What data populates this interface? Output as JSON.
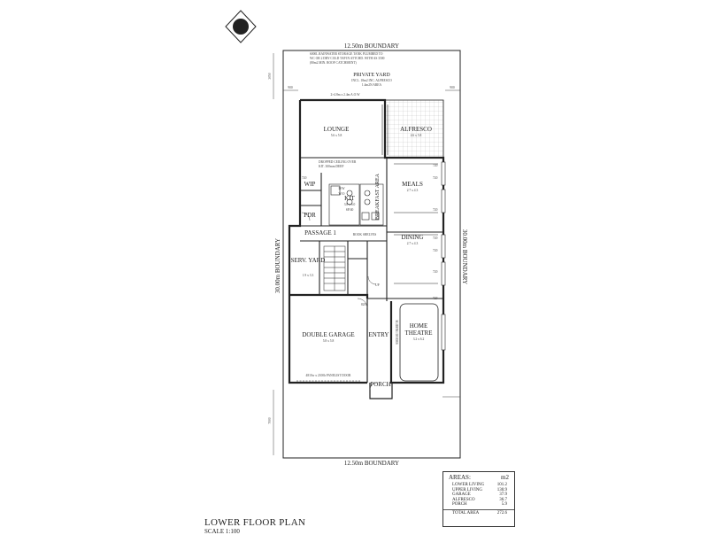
{
  "rooms": {
    "lounge": {
      "name": "LOUNGE",
      "dim": "5.6 x 5.8"
    },
    "alfresco": {
      "name": "ALFRESCO",
      "dim": "4.6 x 5.8"
    },
    "wip": {
      "name": "WIP"
    },
    "kit": {
      "name": "KIT",
      "dim": "3.8 x 6.0"
    },
    "dw": "D/W",
    "wo": "W/O",
    "sp": "SP/40",
    "meals": {
      "name": "MEALS",
      "dim": "2.7 x 4.3"
    },
    "breakfast": "BREAKFAST AREA",
    "pdr": "PDR",
    "passage": "PASSAGE 1",
    "bookshelves": "BOOK SHELVES",
    "dining": {
      "name": "DINING",
      "dim": "2.7 x 4.3"
    },
    "serv_yard": {
      "name": "SERV. YARD",
      "dim": "1.9 x 3.3"
    },
    "double_garage": {
      "name": "DOUBLE GARAGE",
      "dim": "5.8 x 5.8"
    },
    "entry": {
      "name": "ENTRY"
    },
    "home_theatre": {
      "line1": "HOME",
      "line2": "THEATRE",
      "dim": "3.2 x 6.2"
    },
    "porch": "PORCH",
    "private_yard": {
      "name": "PRIVATE YARD",
      "sub1": "INCL. 18m2 INC. ALFRESCO",
      "sub2": "1.4m2N AREA"
    },
    "up": "UP",
    "sliding": "SLIDING DOORS",
    "dropped": {
      "line1": "DROPPED CEILING OVER",
      "line2": "KIT. 300mm DEEP"
    },
    "rainwater": {
      "line1": "6000L RAINWATER STORAGE TANK PLUMBED TO",
      "line2": "WC OR 2 DRY COLD TAP IN ATTCHD. WITH AS 3500",
      "line3": "(80m2 MIN. ROOF CATCHMENT)"
    },
    "garage_door": "4810w x 2100h PANELIST DOOR"
  },
  "boundaries": {
    "top": "12.50m BOUNDARY",
    "bottom": "12.50m BOUNDARY",
    "left": "30.00m BOUNDARY",
    "right": "30.00m BOUNDARY"
  },
  "north": "NORTH",
  "dims": {
    "setback_top": "3050",
    "setback_bottom": "7000",
    "side_left": "900",
    "side_right": "900",
    "door_820": "820",
    "door_720": "720",
    "tag_720a": "720",
    "tag_720b": "720",
    "tag_720c": "720",
    "tag_720d": "720",
    "tag_720e": "720",
    "tag_720f": "720",
    "tag_720g": "720",
    "width_label": "2×4.8m x 2.4m A.O.W"
  },
  "areas": {
    "header": "AREAS:",
    "unit": "m2",
    "rows": [
      {
        "label": "LOWER LIVING",
        "value": "101.2"
      },
      {
        "label": "UPPER LIVING",
        "value": "130.9"
      },
      {
        "label": "GARAGE",
        "value": "37.9"
      },
      {
        "label": "ALFRESCO",
        "value": "36.7"
      },
      {
        "label": "PORCH",
        "value": "5.9"
      }
    ],
    "total_label": "TOTAL AREA",
    "total_value": "272.6"
  },
  "title": "LOWER FLOOR PLAN",
  "scale": "SCALE 1:100"
}
